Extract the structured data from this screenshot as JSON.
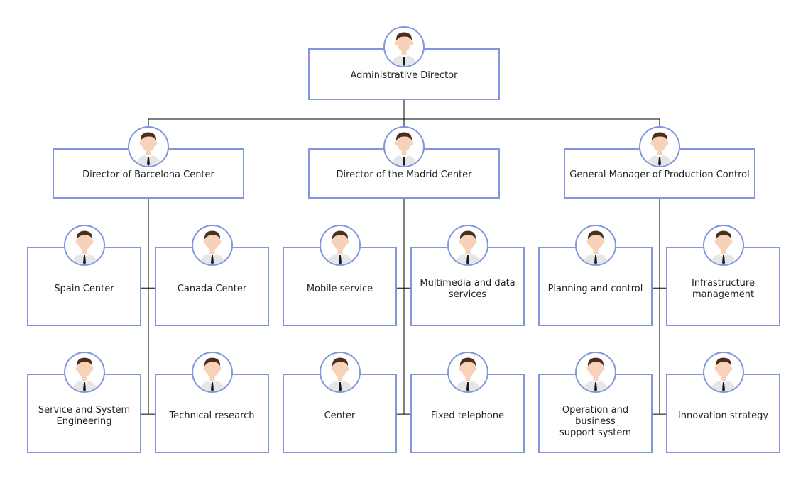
{
  "colors": {
    "box_border": "#8196dd",
    "connector": "#000000",
    "hair": "#4a2f1f",
    "skin": "#f7d2b8",
    "shirt": "#e6e6e6",
    "tie": "#1b1b1b"
  },
  "org": {
    "root": {
      "label": "Administrative Director",
      "icon": "person-avatar-icon"
    },
    "departments": [
      {
        "label": "Director of Barcelona Center",
        "units": [
          [
            "Spain Center"
          ],
          [
            "Canada Center"
          ],
          [
            "Service and System",
            "Engineering"
          ],
          [
            "Technical research"
          ]
        ]
      },
      {
        "label": "Director of the Madrid Center",
        "units": [
          [
            "Mobile service"
          ],
          [
            "Multimedia and data",
            "services"
          ],
          [
            "Center"
          ],
          [
            "Fixed telephone"
          ]
        ]
      },
      {
        "label": "General Manager of Production Control",
        "units": [
          [
            "Planning and control"
          ],
          [
            "Infrastructure",
            "management"
          ],
          [
            "Operation and business",
            "support system"
          ],
          [
            "Innovation strategy"
          ]
        ]
      }
    ]
  }
}
